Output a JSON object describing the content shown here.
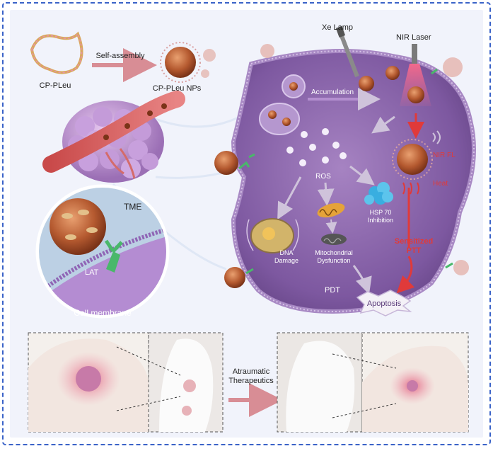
{
  "colors": {
    "frame_dash": "#3a63c8",
    "inner_bg": "#f1f3fb",
    "cell_fill": "#8e6aa8",
    "cell_dark": "#6c4a8a",
    "membrane": "#a889c4",
    "vessel": "#d9615e",
    "nanoparticle": "#c0653a",
    "red_text": "#e03a3a",
    "arrow_pink": "#d88d95"
  },
  "labels": {
    "polymer": "CP-PLeu",
    "self_assembly": "Self-assembly",
    "nanoparticles": "CP-PLeu NPs",
    "xe_lamp": "Xe Lamp",
    "nir_laser": "NIR Laser",
    "accumulation": "Accumulation",
    "ros": "ROS",
    "nir_fl": "NIR FL",
    "heat": "Heat",
    "hsp70": "HSP 70",
    "inhibition": "Inhibition",
    "dna": "DNA",
    "damage": "Damage",
    "mito1": "Mitochondrial",
    "mito2": "Dysfunction",
    "sensitized": "Sensitized",
    "ptt": "PTT",
    "pdt": "PDT",
    "apoptosis": "Apoptosis",
    "tme": "TME",
    "lat": "LAT",
    "cell_membrane": "Cell membrane",
    "atraumatic": "Atraumatic",
    "therapeutics": "Therapeutics"
  },
  "icons": [
    "xe-lamp-icon",
    "nir-laser-icon",
    "nanoparticle-icon",
    "mitochondrion-icon",
    "hsp70-protein-icon",
    "nucleus-icon",
    "blood-vessel-icon",
    "tumor-icon"
  ]
}
